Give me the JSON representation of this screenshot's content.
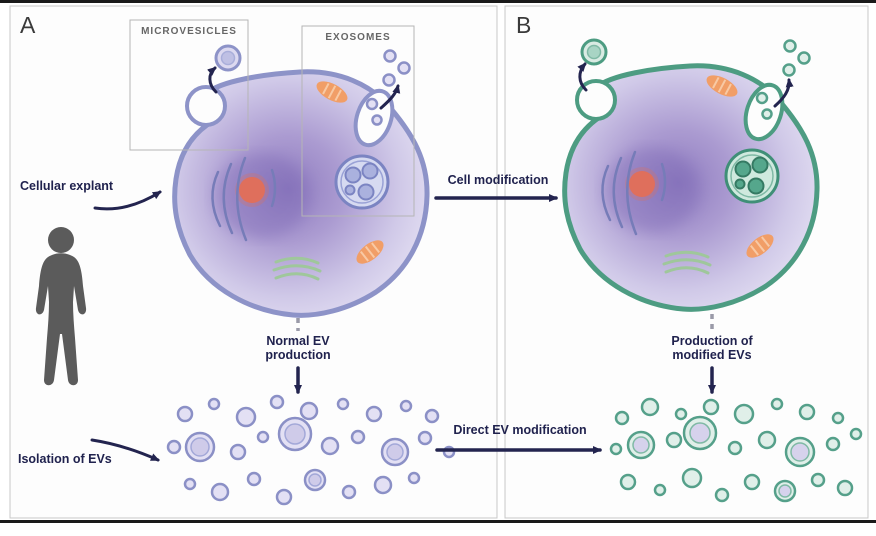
{
  "figure": {
    "panel_a": {
      "label": "A",
      "microvesicles": "MICROVESICLES",
      "exosomes": "EXOSOMES",
      "cellular_explant": "Cellular explant",
      "normal_ev_line1": "Normal EV",
      "normal_ev_line2": "production",
      "isolation": "Isolation of EVs"
    },
    "panel_b": {
      "label": "B",
      "production_line1": "Production of",
      "production_line2": "modified EVs"
    },
    "transitions": {
      "cell_modification": "Cell modification",
      "direct_ev_modification": "Direct EV modification"
    },
    "colors": {
      "membrane_normal": "#8d93c8",
      "membrane_modified": "#4d9c82",
      "arrow": "#23244f",
      "nucleolus": "#df6f5c",
      "mitochondria": "#f19e67",
      "golgi": "#9fc79b",
      "cytoplasm_light": "#e6e2f4",
      "cytoplasm_dark": "#8f7cc0"
    }
  }
}
